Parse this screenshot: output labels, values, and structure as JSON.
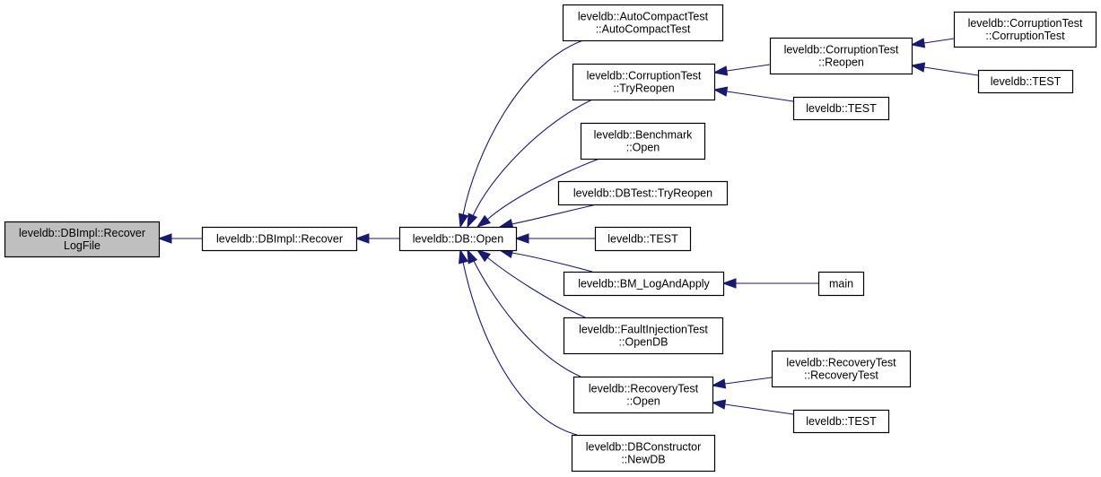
{
  "diagram": {
    "type": "call-graph",
    "direction": "right-to-left",
    "colors": {
      "edge": "#191970",
      "root_fill": "#bfbfbf",
      "node_fill": "#ffffff",
      "border": "#000000"
    },
    "nodes": [
      {
        "id": "recover_logfile",
        "lines": [
          "leveldb::DBImpl::Recover",
          "LogFile"
        ],
        "root": true
      },
      {
        "id": "recover",
        "lines": [
          "leveldb::DBImpl::Recover"
        ]
      },
      {
        "id": "db_open",
        "lines": [
          "leveldb::DB::Open"
        ]
      },
      {
        "id": "autocompact",
        "lines": [
          "leveldb::AutoCompactTest",
          "::AutoCompactTest"
        ]
      },
      {
        "id": "corruption_tryreopen",
        "lines": [
          "leveldb::CorruptionTest",
          "::TryReopen"
        ]
      },
      {
        "id": "benchmark_open",
        "lines": [
          "leveldb::Benchmark",
          "::Open"
        ]
      },
      {
        "id": "dbtest_tryreopen",
        "lines": [
          "leveldb::DBTest::TryReopen"
        ]
      },
      {
        "id": "test_a",
        "lines": [
          "leveldb::TEST"
        ]
      },
      {
        "id": "bm_logandapply",
        "lines": [
          "leveldb::BM_LogAndApply"
        ]
      },
      {
        "id": "faultinjection_opendb",
        "lines": [
          "leveldb::FaultInjectionTest",
          "::OpenDB"
        ]
      },
      {
        "id": "recovery_open",
        "lines": [
          "leveldb::RecoveryTest",
          "::Open"
        ]
      },
      {
        "id": "dbconstructor_newdb",
        "lines": [
          "leveldb::DBConstructor",
          "::NewDB"
        ]
      },
      {
        "id": "corruption_reopen",
        "lines": [
          "leveldb::CorruptionTest",
          "::Reopen"
        ]
      },
      {
        "id": "test_b",
        "lines": [
          "leveldb::TEST"
        ]
      },
      {
        "id": "main",
        "lines": [
          "main"
        ]
      },
      {
        "id": "recovery_ctor",
        "lines": [
          "leveldb::RecoveryTest",
          "::RecoveryTest"
        ]
      },
      {
        "id": "test_c",
        "lines": [
          "leveldb::TEST"
        ]
      },
      {
        "id": "corruption_ctor",
        "lines": [
          "leveldb::CorruptionTest",
          "::CorruptionTest"
        ]
      },
      {
        "id": "test_d",
        "lines": [
          "leveldb::TEST"
        ]
      }
    ],
    "edges": [
      {
        "from": "recover",
        "to": "recover_logfile"
      },
      {
        "from": "db_open",
        "to": "recover"
      },
      {
        "from": "autocompact",
        "to": "db_open"
      },
      {
        "from": "corruption_tryreopen",
        "to": "db_open"
      },
      {
        "from": "benchmark_open",
        "to": "db_open"
      },
      {
        "from": "dbtest_tryreopen",
        "to": "db_open"
      },
      {
        "from": "test_a",
        "to": "db_open"
      },
      {
        "from": "bm_logandapply",
        "to": "db_open"
      },
      {
        "from": "faultinjection_opendb",
        "to": "db_open"
      },
      {
        "from": "recovery_open",
        "to": "db_open"
      },
      {
        "from": "dbconstructor_newdb",
        "to": "db_open"
      },
      {
        "from": "corruption_reopen",
        "to": "corruption_tryreopen"
      },
      {
        "from": "test_b",
        "to": "corruption_tryreopen"
      },
      {
        "from": "main",
        "to": "bm_logandapply"
      },
      {
        "from": "recovery_ctor",
        "to": "recovery_open"
      },
      {
        "from": "test_c",
        "to": "recovery_open"
      },
      {
        "from": "corruption_ctor",
        "to": "corruption_reopen"
      },
      {
        "from": "test_d",
        "to": "corruption_reopen"
      }
    ]
  }
}
